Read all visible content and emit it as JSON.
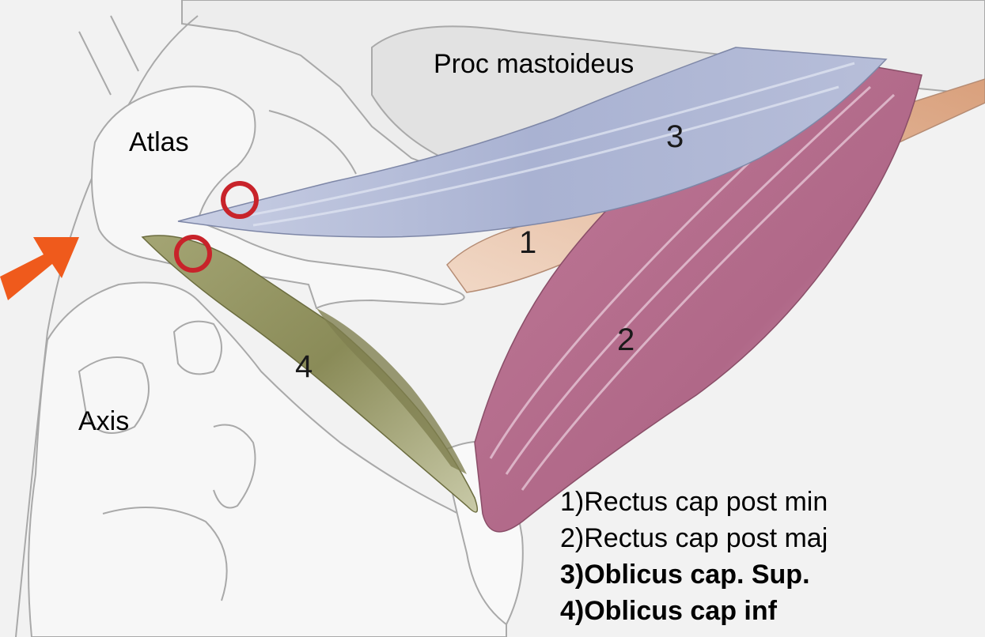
{
  "labels": {
    "proc_mastoideus": "Proc mastoideus",
    "atlas": "Atlas",
    "axis": "Axis"
  },
  "muscle_numbers": {
    "m1": "1",
    "m2": "2",
    "m3": "3",
    "m4": "4"
  },
  "legend": [
    {
      "text": "1)Rectus cap post min",
      "bold": false
    },
    {
      "text": "2)Rectus cap post maj",
      "bold": false
    },
    {
      "text": "3)Oblicus cap. Sup.",
      "bold": true
    },
    {
      "text": "4)Oblicus cap inf",
      "bold": true
    }
  ],
  "colors": {
    "background": "#f2f2f2",
    "bone_fill": "#f6f6f6",
    "bone_outline": "#a9a9a9",
    "muscle_1": "#e8b89a",
    "muscle_2": "#b06a8a",
    "muscle_3": "#aeb7d3",
    "muscle_4": "#8c8d5a",
    "circle_marker": "#c8232a",
    "arrow": "#ef5a1c"
  }
}
